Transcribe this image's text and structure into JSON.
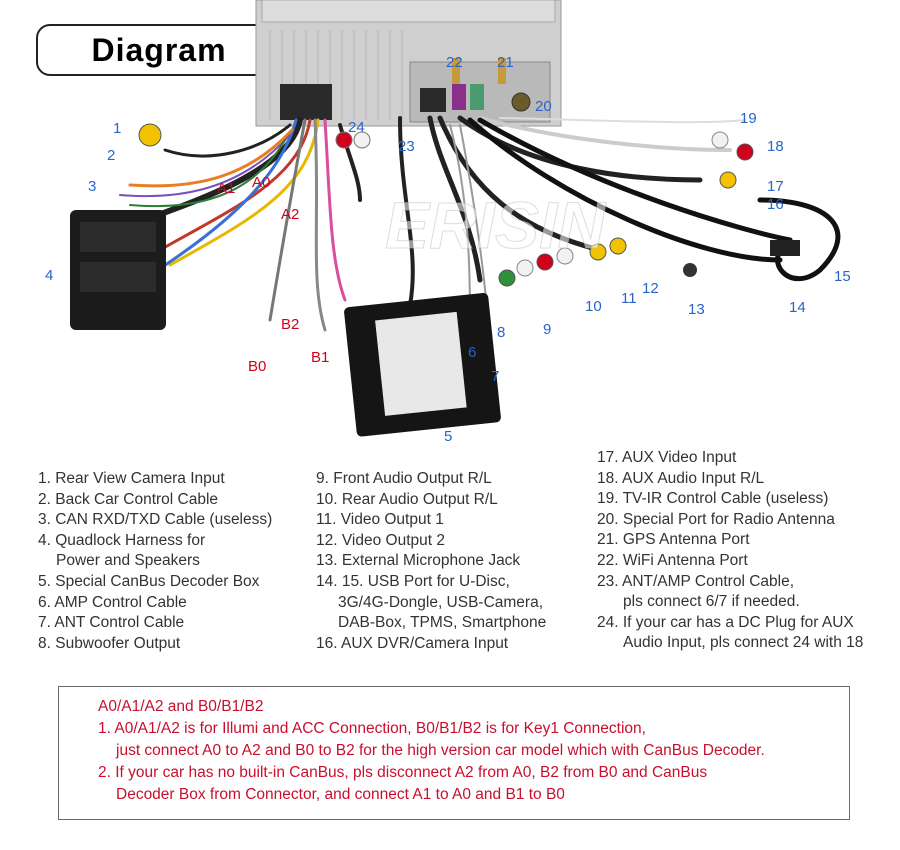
{
  "title": "Diagram",
  "watermark": "Erisin",
  "colors": {
    "callout_blue": "#2a64c8",
    "callout_red": "#d0021b",
    "text": "#333333",
    "note": "#c8102e"
  },
  "labels": {
    "n1": "1",
    "n2": "2",
    "n3": "3",
    "n4": "4",
    "n5": "5",
    "n6": "6",
    "n7": "7",
    "n8": "8",
    "n9": "9",
    "n10": "10",
    "n11": "11",
    "n12": "12",
    "n13": "13",
    "n14": "14",
    "n15": "15",
    "n16": "16",
    "n17": "17",
    "n18": "18",
    "n19": "19",
    "n20": "20",
    "n21": "21",
    "n22": "22",
    "n23": "23",
    "n24": "24",
    "a0": "A0",
    "a1": "A1",
    "a2": "A2",
    "b0": "B0",
    "b1": "B1",
    "b2": "B2"
  },
  "legend": {
    "col1": [
      "1. Rear View Camera Input",
      "2. Back Car Control Cable",
      "3. CAN RXD/TXD Cable (useless)",
      "4. Quadlock Harness for",
      "Power and Speakers",
      "5. Special CanBus Decoder Box",
      "6. AMP Control Cable",
      "7. ANT Control Cable",
      "8. Subwoofer Output"
    ],
    "col2": [
      "9. Front Audio Output R/L",
      "10. Rear Audio Output R/L",
      "11. Video Output 1",
      "12. Video Output 2",
      "13. External Microphone Jack",
      "14. 15. USB Port for U-Disc,",
      "3G/4G-Dongle, USB-Camera,",
      "DAB-Box, TPMS, Smartphone",
      "16. AUX DVR/Camera Input"
    ],
    "col3": [
      "17. AUX Video Input",
      "18. AUX Audio Input R/L",
      "19. TV-IR Control Cable (useless)",
      "20. Special Port for Radio Antenna",
      "21. GPS Antenna Port",
      "22. WiFi Antenna Port",
      "23. ANT/AMP Control Cable,",
      "pls connect 6/7 if needed.",
      "24. If your car has a DC Plug for AUX",
      "Audio Input, pls connect 24 with 18"
    ]
  },
  "note": {
    "heading": "A0/A1/A2 and B0/B1/B2",
    "line1": "1. A0/A1/A2 is for Illumi and ACC Connection, B0/B1/B2 is for Key1 Connection,",
    "line1b": "just connect A0 to A2 and B0 to B2 for the high version car model which with CanBus Decoder.",
    "line2": "2. If your car has no built-in CanBus, pls disconnect A2 from A0, B2 from B0 and CanBus",
    "line2b": "Decoder Box from Connector, and connect A1 to A0 and B1 to B0"
  }
}
